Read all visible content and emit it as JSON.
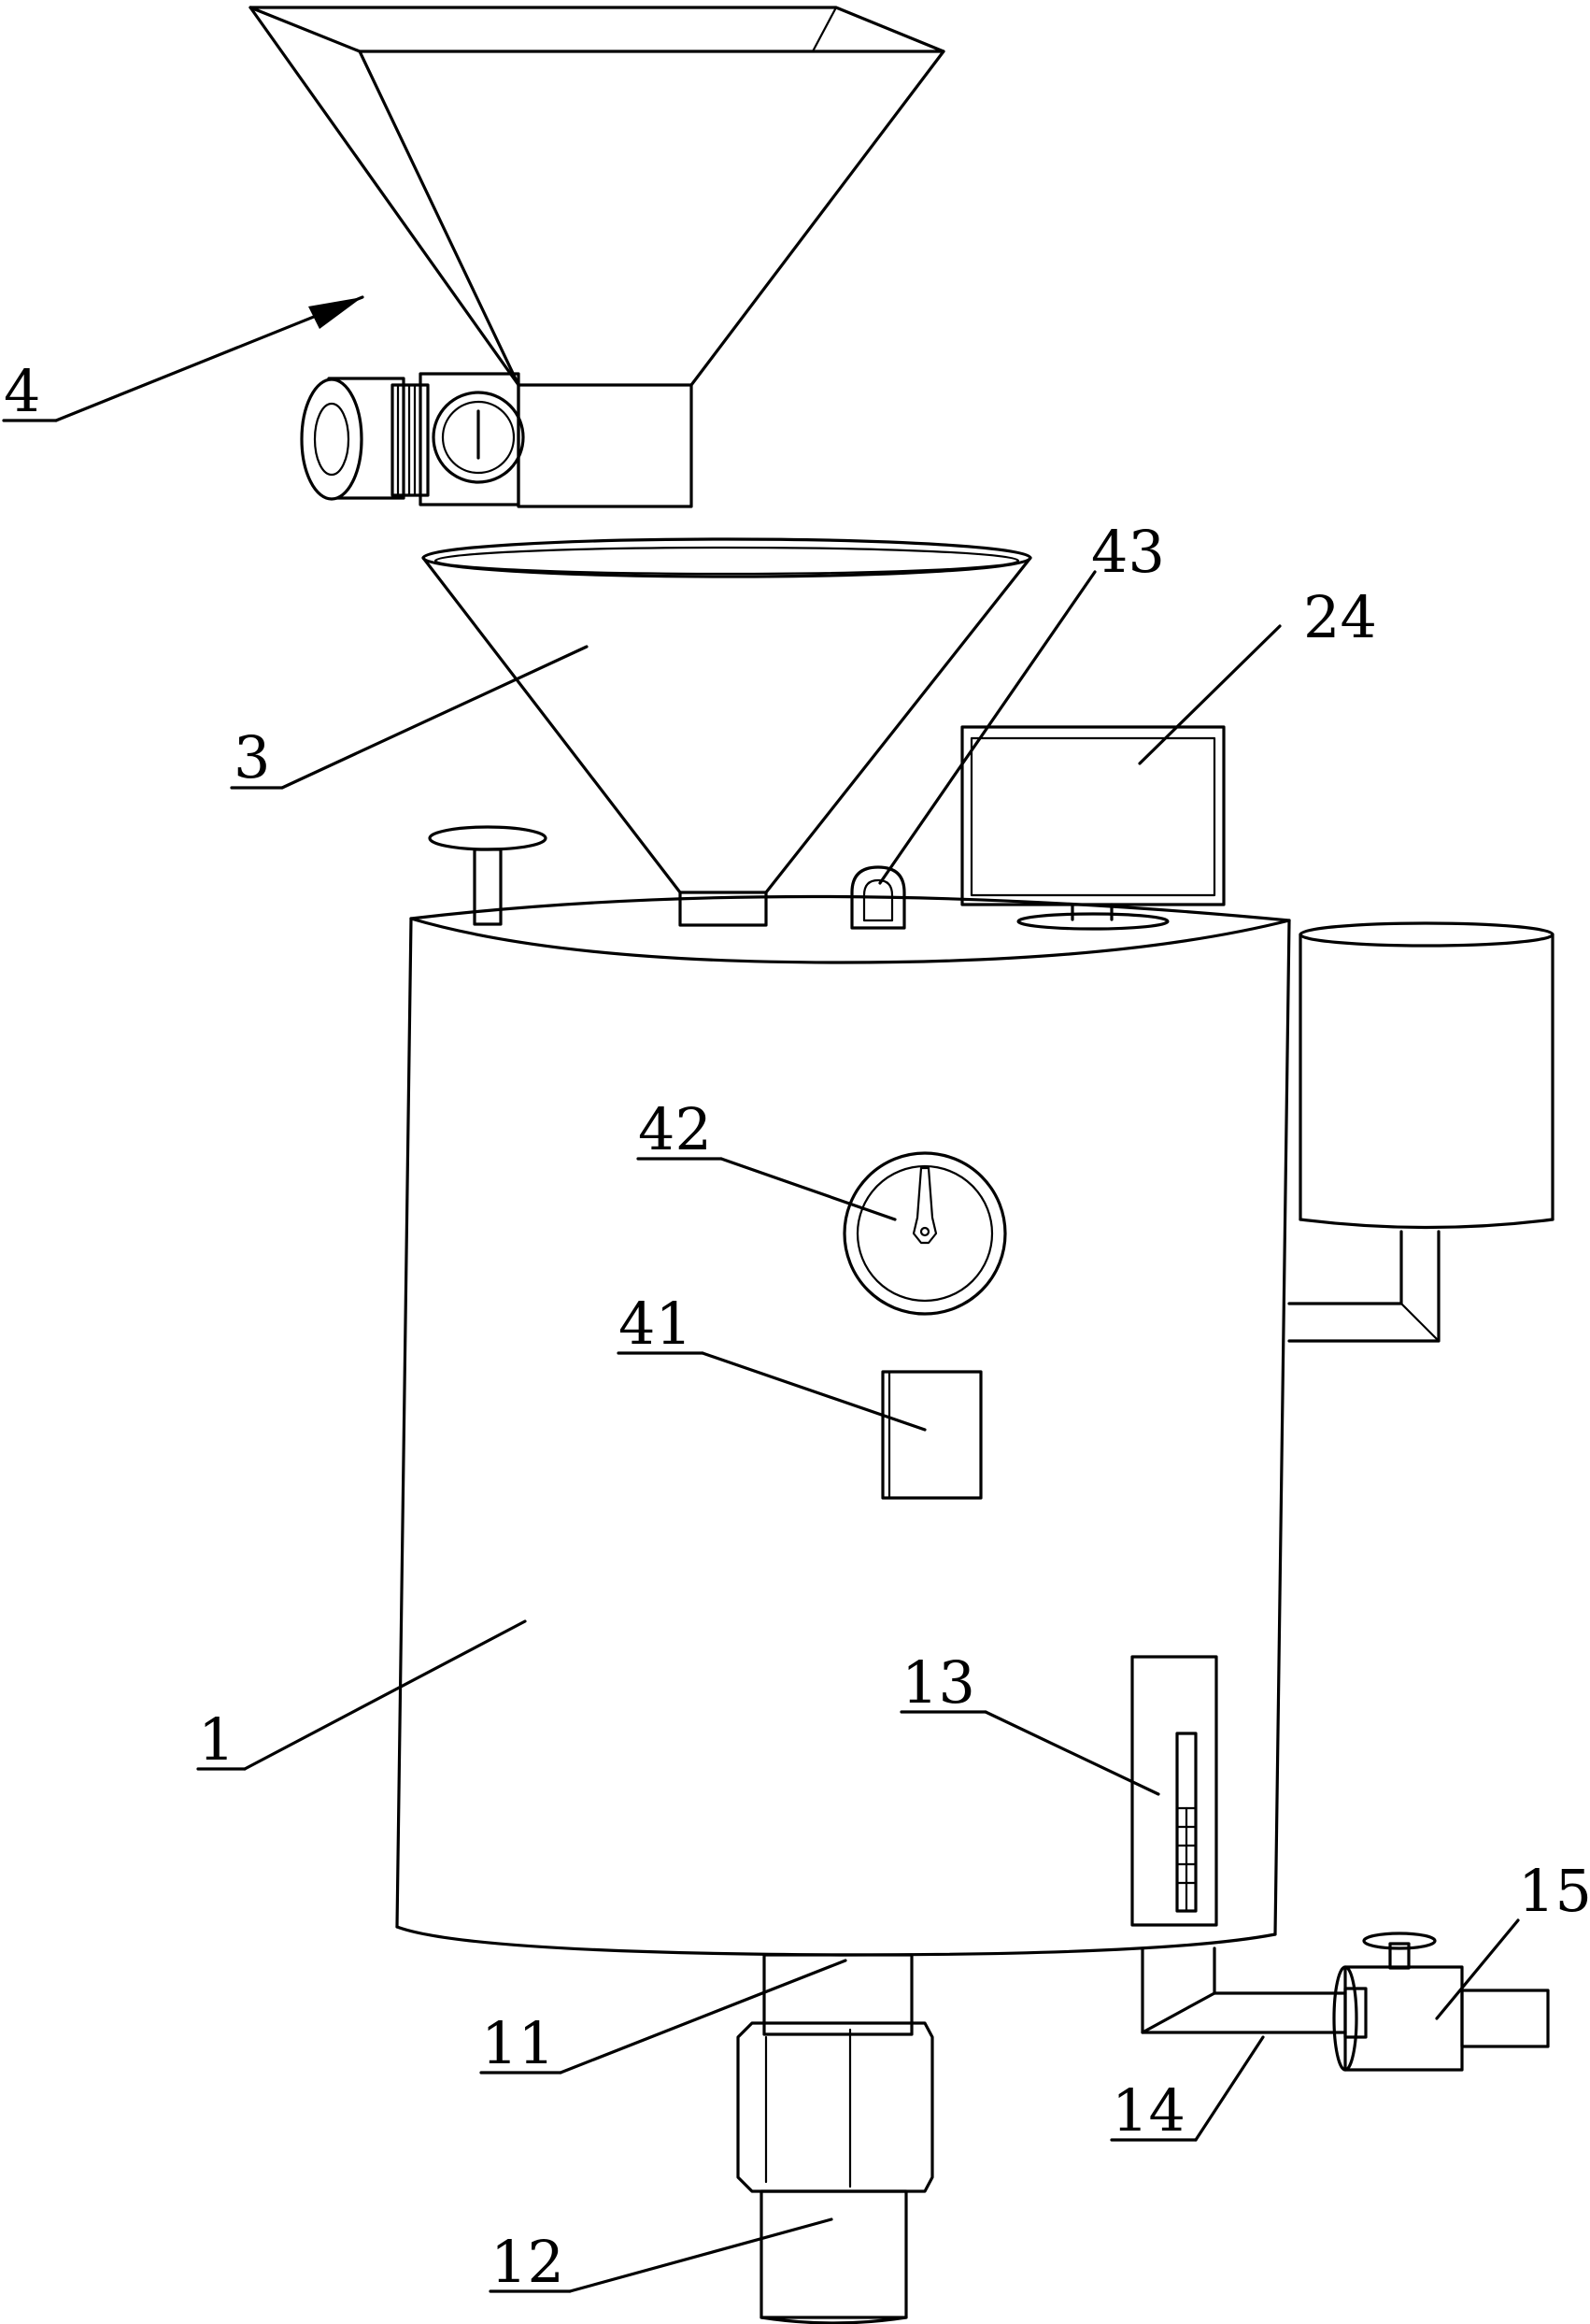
{
  "diagram": {
    "labels": {
      "l4": "4",
      "l43": "43",
      "l24": "24",
      "l3": "3",
      "l42": "42",
      "l41": "41",
      "l1": "1",
      "l13": "13",
      "l15": "15",
      "l11": "11",
      "l14": "14",
      "l12": "12"
    }
  }
}
